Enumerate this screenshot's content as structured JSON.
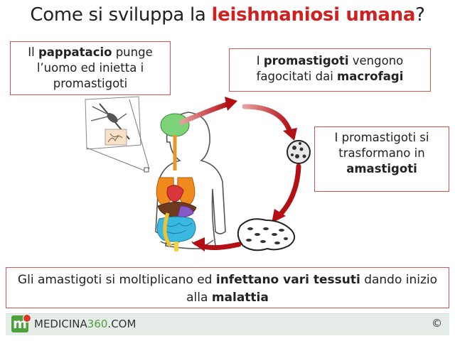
{
  "title": {
    "prefix": "Come si sviluppa la ",
    "highlight": "leishmaniosi umana",
    "suffix": "?"
  },
  "boxes": {
    "sandfly": [
      "Il ",
      "pappatacio",
      " punge l’uomo ed inietta i promastigoti"
    ],
    "phagocytosis": [
      "I ",
      "promastigoti",
      " vengono fagocitati dai ",
      "macrofagi"
    ],
    "transform": [
      "I promastigoti si trasformano in ",
      "amastigoti"
    ],
    "multiply": [
      "Gli amastigoti si moltiplicano ed ",
      "infettano vari tessuti",
      " dando inizio alla ",
      "malattia"
    ]
  },
  "footer": {
    "logo_letter": "m",
    "brand_main": "MEDICINA",
    "brand_num": "360",
    "brand_suffix": ".COM",
    "copyright": "©"
  },
  "colors": {
    "accent": "#d21f1f",
    "box_border": "#d9534f",
    "arrow": "#c0171b",
    "brand_green": "#4e9f3d"
  },
  "icons": [
    "sandfly-icon",
    "human-body-icon",
    "macrophage-icon",
    "amastigote-cell-icon",
    "cycle-arrow-icon"
  ]
}
